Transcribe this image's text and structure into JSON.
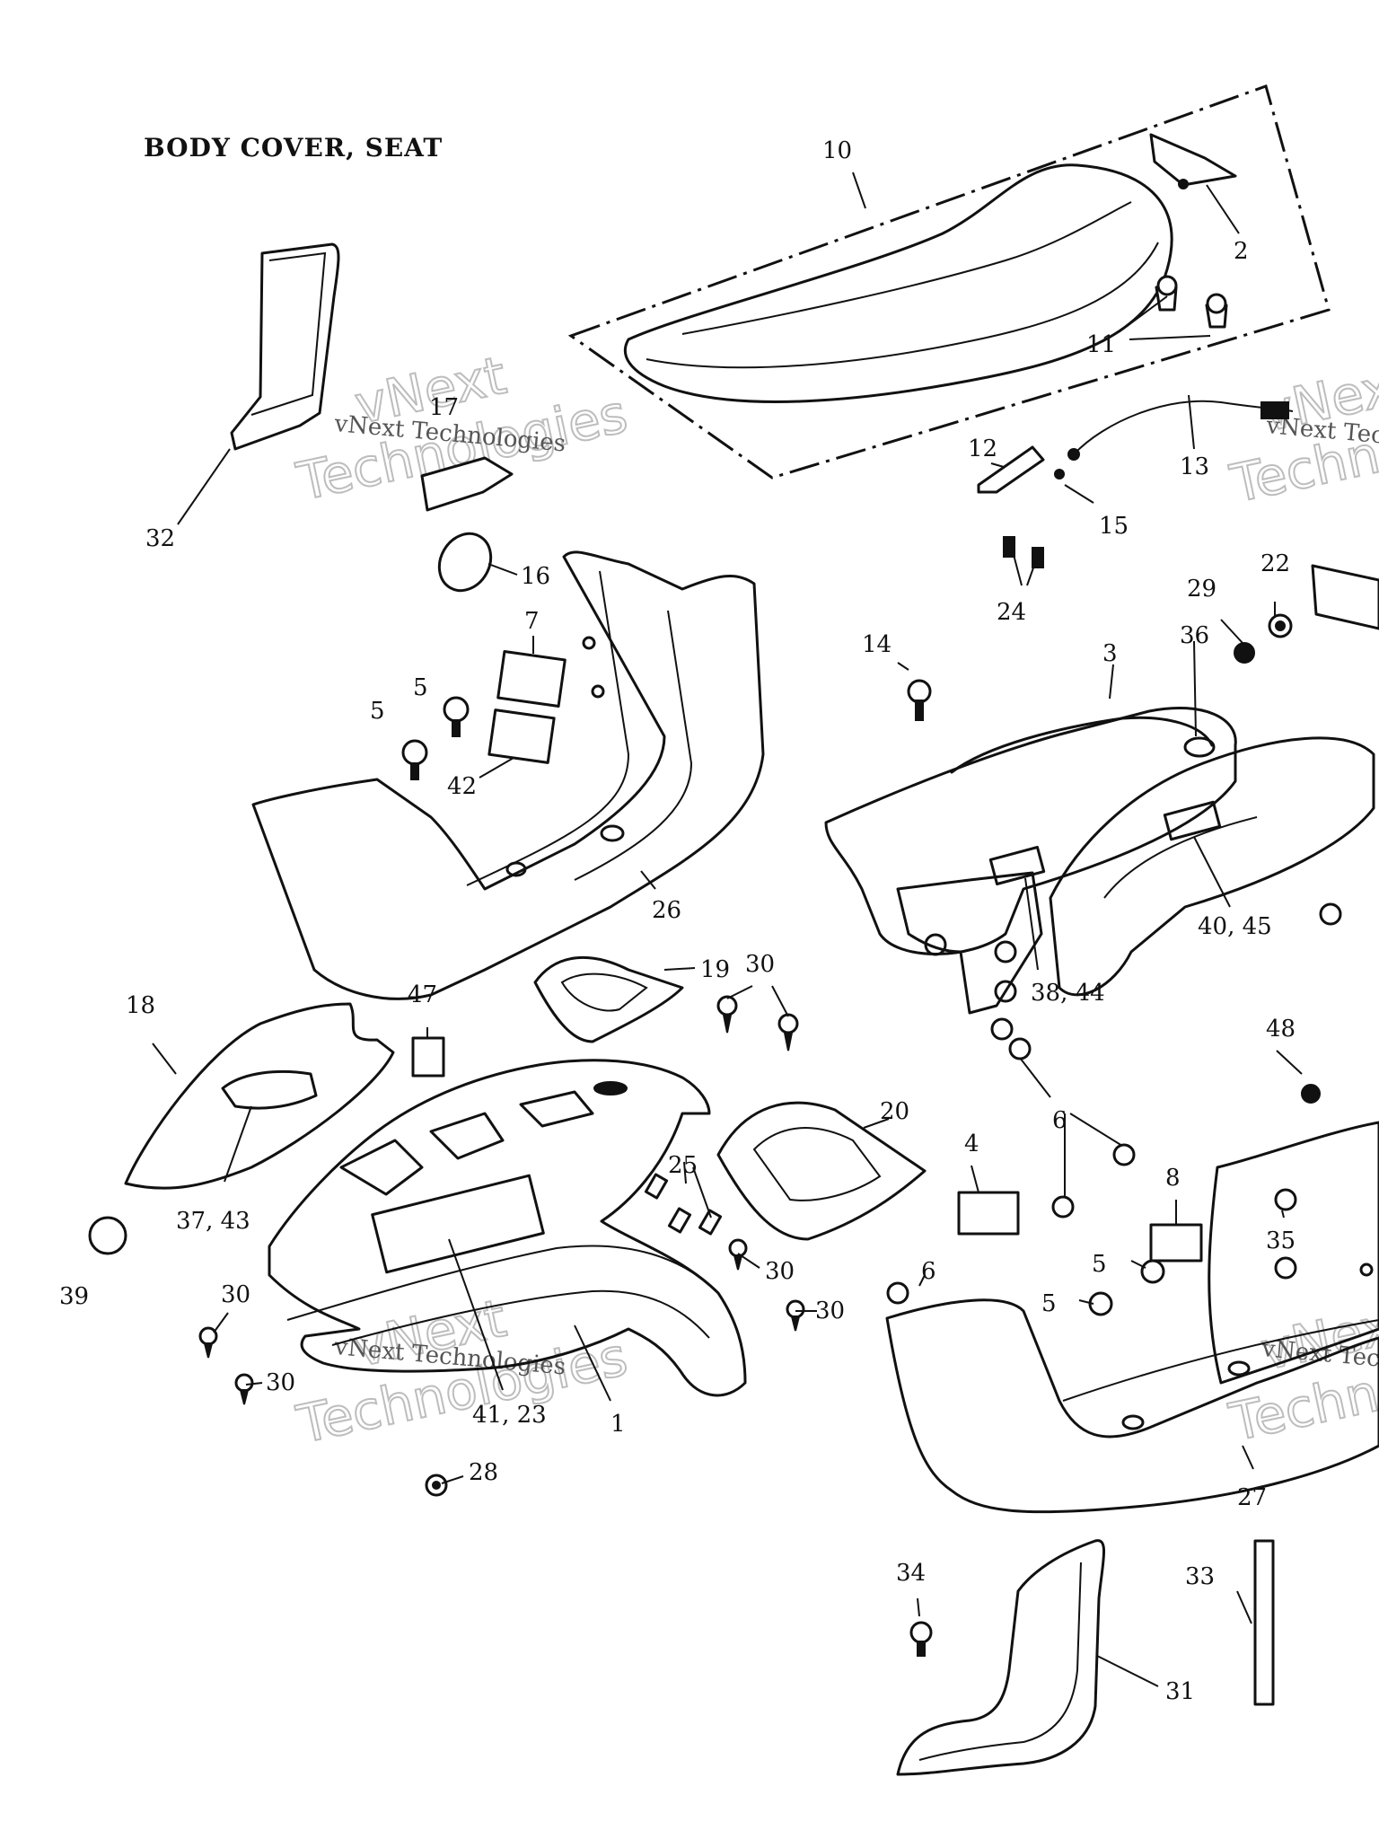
{
  "title": "BODY COVER, SEAT",
  "watermark": {
    "line1": "vNext",
    "line2": "Technologies",
    "inline": "vNext Technologies"
  },
  "callouts": [
    {
      "id": "c10",
      "text": "10"
    },
    {
      "id": "c2",
      "text": "2"
    },
    {
      "id": "c11",
      "text": "11"
    },
    {
      "id": "c13",
      "text": "13"
    },
    {
      "id": "c12",
      "text": "12"
    },
    {
      "id": "c15",
      "text": "15"
    },
    {
      "id": "c24",
      "text": "24"
    },
    {
      "id": "c17",
      "text": "17"
    },
    {
      "id": "c32",
      "text": "32"
    },
    {
      "id": "c16",
      "text": "16"
    },
    {
      "id": "c7",
      "text": "7"
    },
    {
      "id": "c5a",
      "text": "5"
    },
    {
      "id": "c5b",
      "text": "5"
    },
    {
      "id": "c42",
      "text": "42"
    },
    {
      "id": "c26",
      "text": "26"
    },
    {
      "id": "c19",
      "text": "19"
    },
    {
      "id": "c30a",
      "text": "30"
    },
    {
      "id": "c14",
      "text": "14"
    },
    {
      "id": "c3",
      "text": "3"
    },
    {
      "id": "c36",
      "text": "36"
    },
    {
      "id": "c29",
      "text": "29"
    },
    {
      "id": "c22",
      "text": "22"
    },
    {
      "id": "c40-45",
      "text": "40, 45"
    },
    {
      "id": "c38-44",
      "text": "38, 44"
    },
    {
      "id": "c18",
      "text": "18"
    },
    {
      "id": "c47",
      "text": "47"
    },
    {
      "id": "c37-43",
      "text": "37, 43"
    },
    {
      "id": "c39",
      "text": "39"
    },
    {
      "id": "c25",
      "text": "25"
    },
    {
      "id": "c20",
      "text": "20"
    },
    {
      "id": "c30b",
      "text": "30"
    },
    {
      "id": "c30c",
      "text": "30"
    },
    {
      "id": "c30d",
      "text": "30"
    },
    {
      "id": "c30e",
      "text": "30"
    },
    {
      "id": "c41-23",
      "text": "41, 23"
    },
    {
      "id": "c1",
      "text": "1"
    },
    {
      "id": "c28",
      "text": "28"
    },
    {
      "id": "c48",
      "text": "48"
    },
    {
      "id": "c6a",
      "text": "6"
    },
    {
      "id": "c4",
      "text": "4"
    },
    {
      "id": "c8",
      "text": "8"
    },
    {
      "id": "c35",
      "text": "35"
    },
    {
      "id": "c5c",
      "text": "5"
    },
    {
      "id": "c5d",
      "text": "5"
    },
    {
      "id": "c6b",
      "text": "6"
    },
    {
      "id": "c27",
      "text": "27"
    },
    {
      "id": "c34",
      "text": "34"
    },
    {
      "id": "c33",
      "text": "33"
    },
    {
      "id": "c31",
      "text": "31"
    }
  ]
}
